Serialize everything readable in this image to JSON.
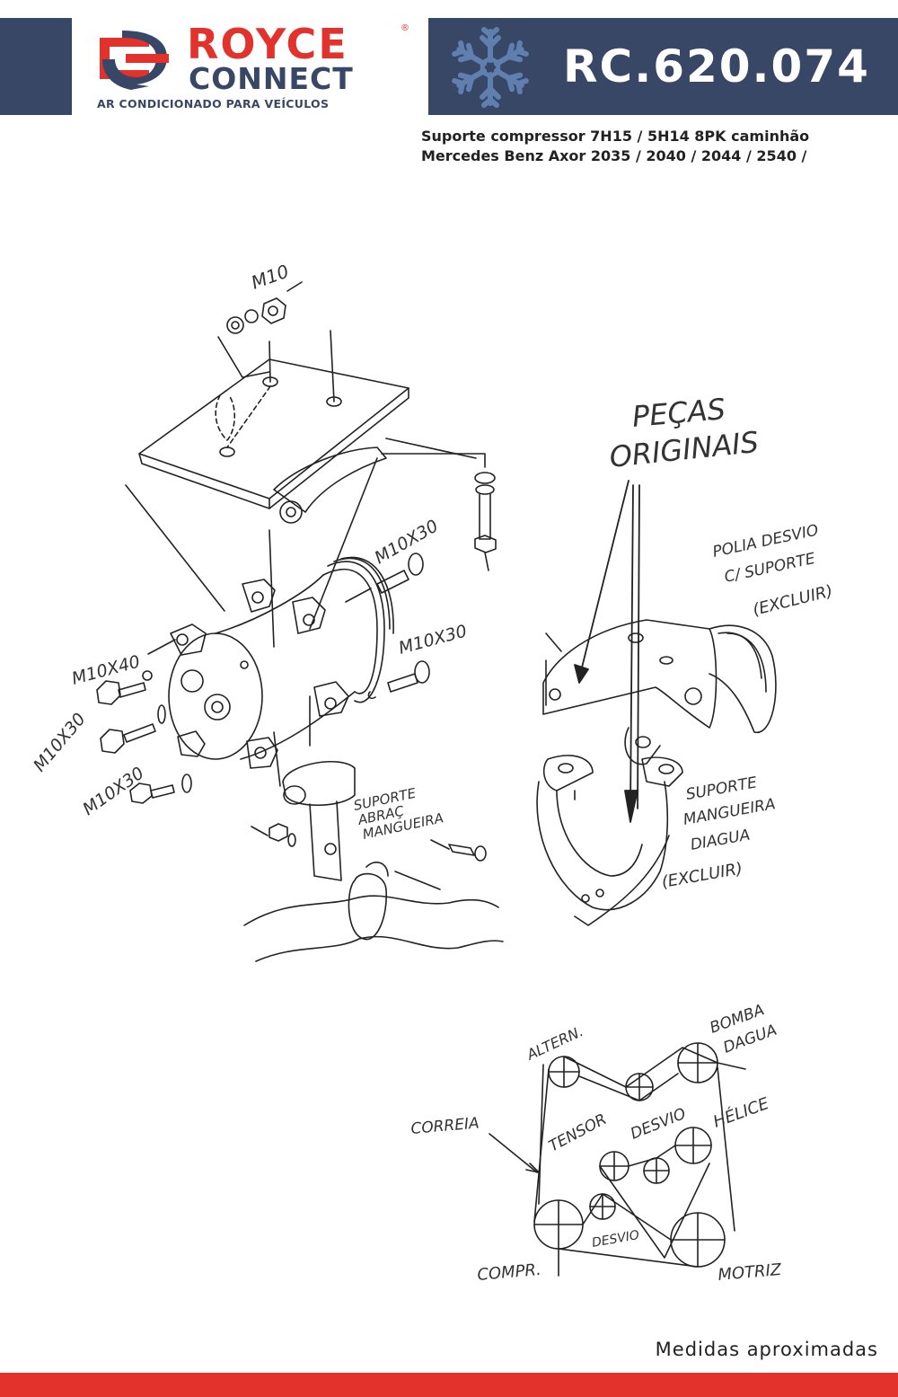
{
  "brand": {
    "name_top": "ROYCE",
    "name_bottom": "CONNECT",
    "tagline": "AR CONDICIONADO PARA VEÍCULOS",
    "logo_icon": "snowflake-icon",
    "colors": {
      "navy": "#394766",
      "red": "#e3322c",
      "snowflake": "#5f7fae"
    }
  },
  "product": {
    "code": "RC.620.074",
    "description_line1": "Suporte compressor 7H15 / 5H14 8PK caminhão",
    "description_line2": "Mercedes Benz Axor 2035 / 2040 / 2044 / 2540 /"
  },
  "diagram": {
    "labels": {
      "m10": "M10",
      "m10x30_top": "M10X30",
      "m10x30_mid": "M10X30",
      "m10x40": "M10X40",
      "m10x30_left": "M10X30",
      "m10x30_bottom": "M10X30",
      "suporte_abrac_1": "SUPORTE",
      "suporte_abrac_2": "ABRAÇ",
      "suporte_abrac_3": "MANGUEIRA",
      "pecas_originais_1": "PEÇAS",
      "pecas_originais_2": "ORIGINAIS",
      "polia_1": "POLIA DESVIO",
      "polia_2": "C/ SUPORTE",
      "polia_3": "(EXCLUIR)",
      "sup_mang_1": "SUPORTE",
      "sup_mang_2": "MANGUEIRA",
      "sup_mang_3": "DIAGUA",
      "sup_mang_4": "(EXCLUIR)"
    },
    "belt": {
      "alternador": "ALTERN.",
      "bomba_1": "BOMBA",
      "bomba_2": "DAGUA",
      "correia": "CORREIA",
      "tensor": "TENSOR",
      "desvio_top": "DESVIO",
      "helice": "HÉLICE",
      "compressor": "COMPR.",
      "desvio_bottom": "DESVIO",
      "motriz": "MOTRIZ"
    }
  },
  "footer": {
    "note": "Medidas aproximadas"
  }
}
